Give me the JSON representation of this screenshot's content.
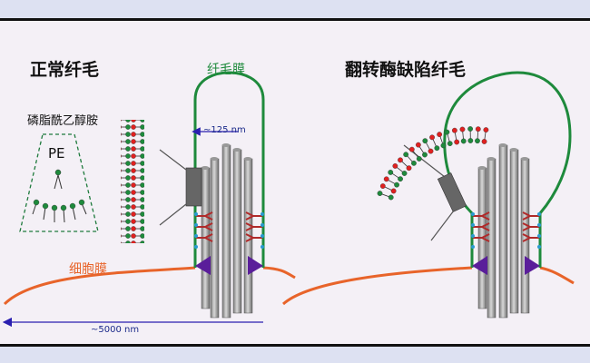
{
  "left": {
    "title": "正常纤毛"
  },
  "right": {
    "title": "翻转酶缺陷纤毛"
  },
  "labels": {
    "cilia_membrane": "纤毛膜",
    "phospholipid": "磷脂酰乙醇胺",
    "pe": "PE",
    "cell_membrane": "细胞膜",
    "width_measure": "~125 nm",
    "length_measure": "~5000 nm"
  },
  "colors": {
    "cilia_membrane": "#1e8a3c",
    "cell_membrane": "#e8642a",
    "measure_arrow": "#2a1fb0",
    "lipid_red": "#e02020",
    "lipid_green": "#1e8a3c",
    "connector": "#b02a2a",
    "transition_zone": "#2a9ad0",
    "basal_arrow": "#5a1e9a"
  }
}
